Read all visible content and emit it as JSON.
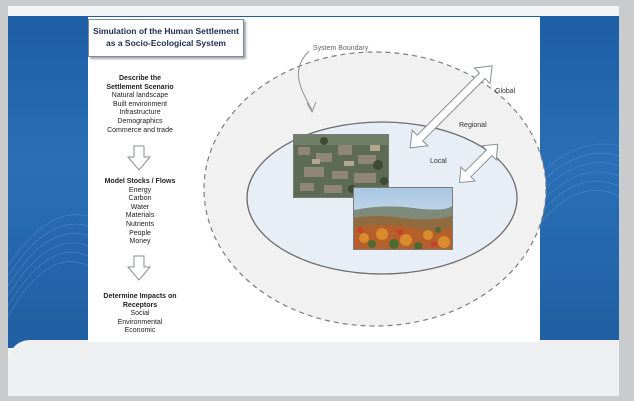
{
  "title": {
    "line1": "Simulation of the Human Settlement",
    "line2": "as a Socio-Ecological System"
  },
  "steps": [
    {
      "heading": [
        "Describe the",
        "Settlement Scenario"
      ],
      "items": [
        "Natural landscape",
        "Built environment",
        "Infrastructure",
        "Demographics",
        "Commerce and trade"
      ]
    },
    {
      "heading": [
        "Model Stocks / Flows"
      ],
      "items": [
        "Energy",
        "Carbon",
        "Water",
        "Materials",
        "Nutrients",
        "People",
        "Money"
      ]
    },
    {
      "heading": [
        "Determine Impacts on",
        "Receptors"
      ],
      "items": [
        "Social",
        "Environmental",
        "Economic"
      ]
    }
  ],
  "labels": {
    "boundary": "System Boundary",
    "global": "Global",
    "regional": "Regional",
    "local": "Local"
  },
  "colors": {
    "brand_blue": "#1f62a8",
    "title_text": "#1c2b52",
    "inner_fill": "#e7eef6",
    "arrow_stroke": "#8a8f96"
  }
}
